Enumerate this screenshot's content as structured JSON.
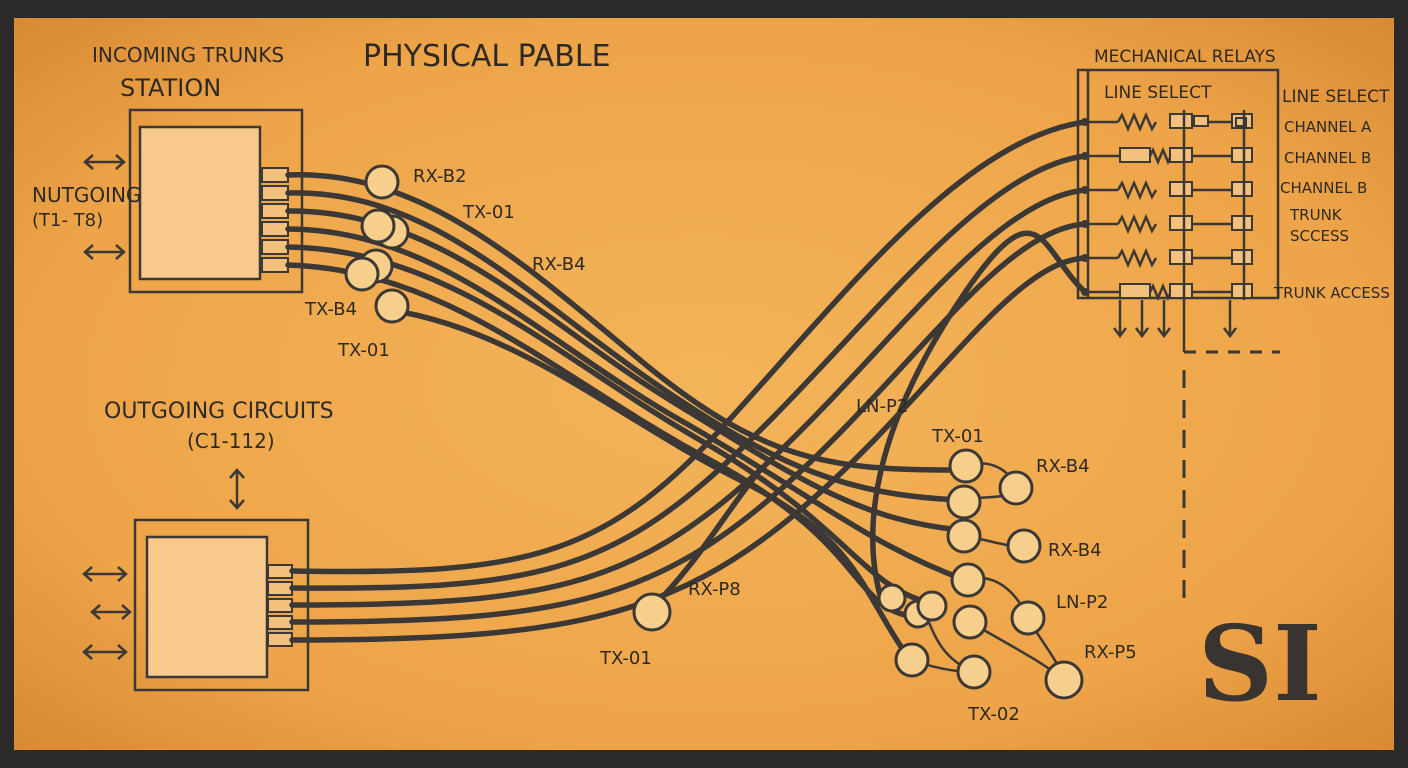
{
  "title": "PHYSICAL  PABLE",
  "station": {
    "label_line1": "INCOMING TRUNKS",
    "label_line2": "STATION",
    "side_line1": "NUTGOING",
    "side_line2": "(T1- T8)"
  },
  "outgoing": {
    "label_line1": "OUTGOING CIRCUITS",
    "label_line2": "(C1-112)"
  },
  "relays": {
    "title": "MECHANICAL RELAYS",
    "header_inner": "LINE SELECT",
    "labels": [
      "LINE SELECT",
      "CHANNEL A",
      "CHANNEL B",
      "CHANNEL B",
      "TRUNK",
      "SCCESS",
      "TRUNK ACCESS"
    ]
  },
  "top_node_labels": [
    "RX-B2",
    "TX-01",
    "RX-B4",
    "TX-B4",
    "TX-01"
  ],
  "mid_labels": [
    "LN-P2",
    "RX-P8",
    "TX-01"
  ],
  "cluster_labels": [
    "TX-01",
    "RX-B4",
    "RX-B4",
    "LN-P2",
    "RX-P5",
    "TX-02"
  ],
  "logo_text": "SI",
  "colors": {
    "paper": "#f0a84a",
    "ink": "#3b3835",
    "node_fill": "#f6cf8c",
    "frame": "#2c2a28"
  }
}
